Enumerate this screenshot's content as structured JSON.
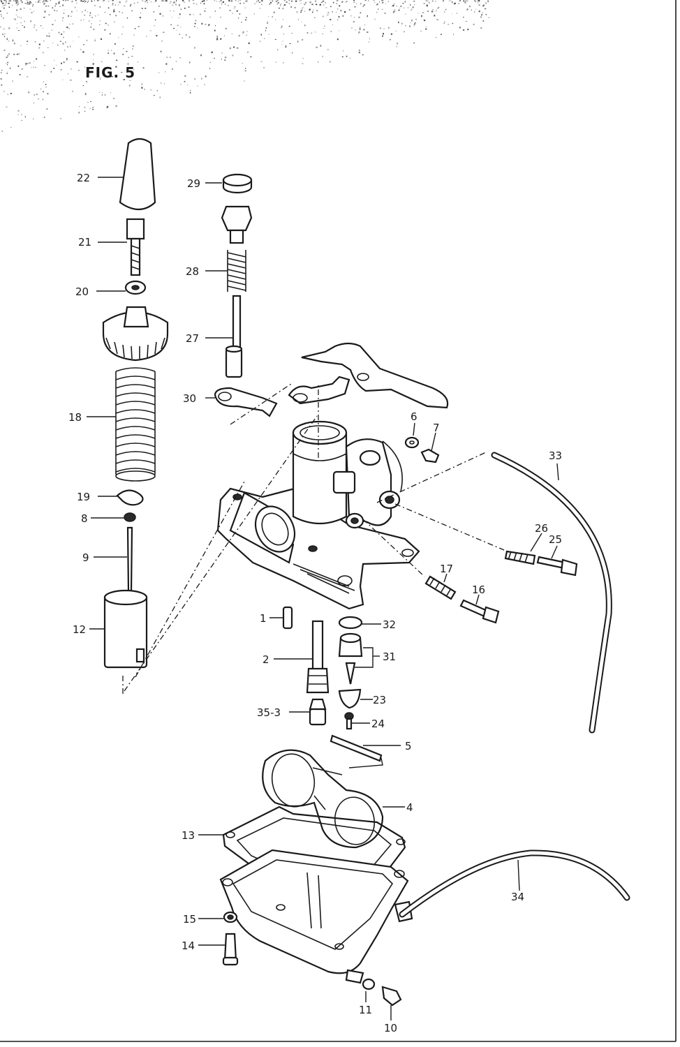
{
  "figure": {
    "title": "FIG. 5"
  },
  "callouts": [
    {
      "id": "c1",
      "label": "1"
    },
    {
      "id": "c2",
      "label": "2"
    },
    {
      "id": "c35-3",
      "label": "35-3"
    },
    {
      "id": "c4",
      "label": "4"
    },
    {
      "id": "c5",
      "label": "5"
    },
    {
      "id": "c6",
      "label": "6"
    },
    {
      "id": "c7",
      "label": "7"
    },
    {
      "id": "c8",
      "label": "8"
    },
    {
      "id": "c9",
      "label": "9"
    },
    {
      "id": "c10",
      "label": "10"
    },
    {
      "id": "c11",
      "label": "11"
    },
    {
      "id": "c12",
      "label": "12"
    },
    {
      "id": "c13",
      "label": "13"
    },
    {
      "id": "c14",
      "label": "14"
    },
    {
      "id": "c15",
      "label": "15"
    },
    {
      "id": "c16",
      "label": "16"
    },
    {
      "id": "c17",
      "label": "17"
    },
    {
      "id": "c18",
      "label": "18"
    },
    {
      "id": "c19",
      "label": "19"
    },
    {
      "id": "c20",
      "label": "20"
    },
    {
      "id": "c21",
      "label": "21"
    },
    {
      "id": "c22",
      "label": "22"
    },
    {
      "id": "c23",
      "label": "23"
    },
    {
      "id": "c24",
      "label": "24"
    },
    {
      "id": "c25",
      "label": "25"
    },
    {
      "id": "c26",
      "label": "26"
    },
    {
      "id": "c27",
      "label": "27"
    },
    {
      "id": "c28",
      "label": "28"
    },
    {
      "id": "c29",
      "label": "29"
    },
    {
      "id": "c30",
      "label": "30"
    },
    {
      "id": "c31",
      "label": "31"
    },
    {
      "id": "c32",
      "label": "32"
    },
    {
      "id": "c33",
      "label": "33"
    },
    {
      "id": "c34",
      "label": "34"
    }
  ]
}
